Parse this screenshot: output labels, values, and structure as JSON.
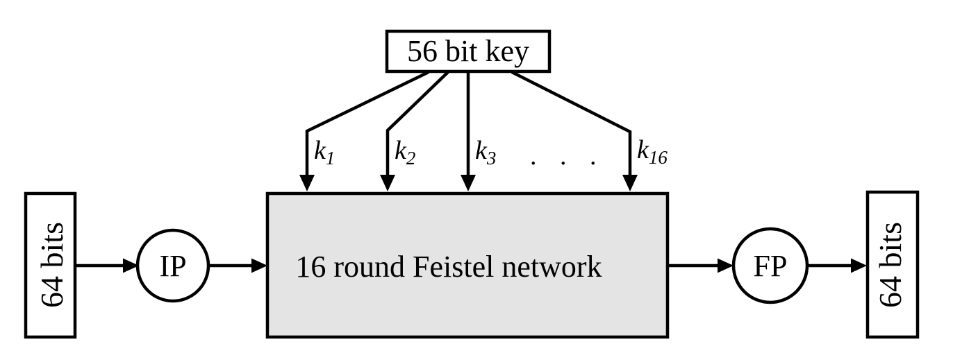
{
  "colors": {
    "background": "#ffffff",
    "line": "#000000",
    "feistel_fill": "#e4e4e4",
    "box_fill": "#ffffff"
  },
  "key_box": {
    "label": "56 bit key"
  },
  "subkeys": {
    "k1": {
      "base": "k",
      "sub": "1"
    },
    "k2": {
      "base": "k",
      "sub": "2"
    },
    "k3": {
      "base": "k",
      "sub": "3"
    },
    "ellipsis": ". . .",
    "k16": {
      "base": "k",
      "sub": "16"
    }
  },
  "feistel_box": {
    "label": "16 round Feistel network"
  },
  "permutations": {
    "initial": "IP",
    "final": "FP"
  },
  "input_box": {
    "label": "64 bits"
  },
  "output_box": {
    "label": "64 bits"
  }
}
